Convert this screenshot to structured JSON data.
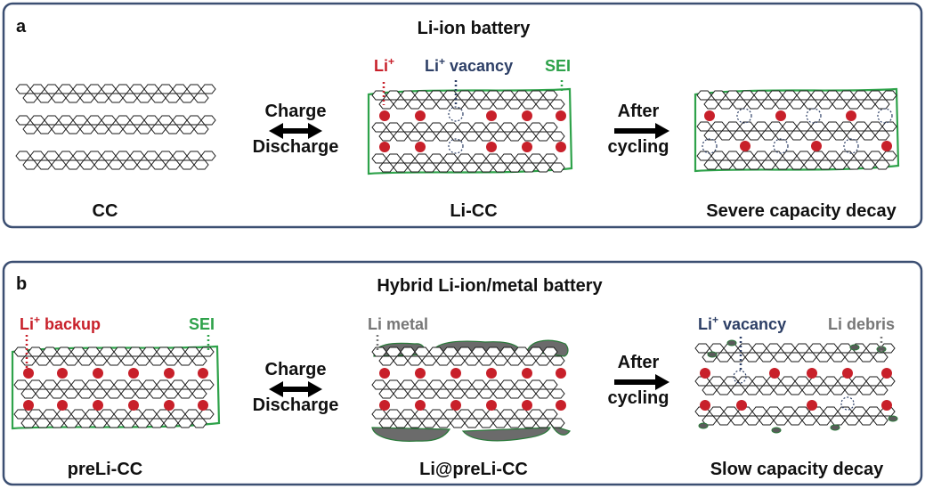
{
  "panel_a": {
    "letter": "a",
    "title": "Li-ion battery",
    "captions": [
      "CC",
      "Li-CC",
      "Severe capacity decay"
    ],
    "labels": {
      "li_plus": "Li",
      "li_plus_sup": "+",
      "vacancy_pre": "Li",
      "vacancy_sup": "+",
      "vacancy_post": " vacancy",
      "sei": "SEI"
    },
    "arrow1_top": "Charge",
    "arrow1_bottom": "Discharge",
    "arrow2_top": "After",
    "arrow2_bottom": "cycling"
  },
  "panel_b": {
    "letter": "b",
    "title": "Hybrid Li-ion/metal battery",
    "captions": [
      "preLi-CC",
      "Li@preLi-CC",
      "Slow capacity decay"
    ],
    "labels": {
      "backup_pre": "Li",
      "backup_sup": "+",
      "backup_post": " backup",
      "sei": "SEI",
      "li_metal": "Li metal",
      "vacancy_pre": "Li",
      "vacancy_sup": "+",
      "vacancy_post": " vacancy",
      "li_debris": "Li debris"
    },
    "arrow1_top": "Charge",
    "arrow1_bottom": "Discharge",
    "arrow2_top": "After",
    "arrow2_bottom": "cycling"
  },
  "colors": {
    "border": "#3c4f72",
    "li_ion": "#c8202a",
    "vacancy": "#2d3f66",
    "sei": "#2ea24a",
    "li_metal": "#6b6b6b",
    "text": "#111111"
  }
}
